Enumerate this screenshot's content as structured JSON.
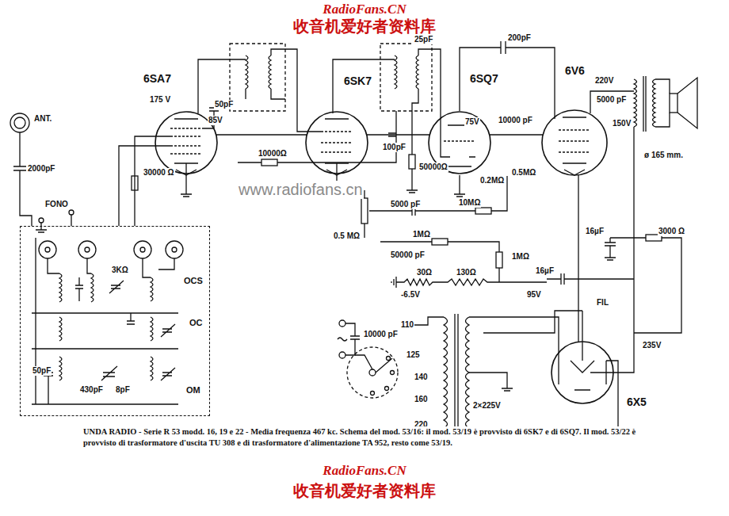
{
  "diagram": {
    "caption": "UNDA RADIO - Serie R 53 modd. 16, 19 e 22 - Media frequenza 467 kc. Schema del mod. 53/16: il mod. 53/19 è provvisto di 6SK7 e di 6SQ7. Il mod. 53/22 è provvisto di trasformatore d'uscita TU 308 e di trasformatore d'alimentazione TA 952, resto come 53/19.",
    "nodes": [
      {
        "text": [
          "6SA7"
        ]
      },
      {
        "text": [
          "6SK7"
        ]
      },
      {
        "text": [
          "6SQ7"
        ]
      },
      {
        "text": [
          "6V6"
        ]
      },
      {
        "text": [
          "OCS",
          "OC",
          "OM"
        ]
      },
      {
        "text": [
          "6X5"
        ]
      }
    ],
    "edges": [
      {
        "from": 0,
        "to": 1,
        "arrow": "none"
      },
      {
        "from": 1,
        "to": 2,
        "arrow": "none"
      },
      {
        "from": 2,
        "to": 3,
        "arrow": "none"
      },
      {
        "from": 5,
        "to": 3,
        "arrow": "none"
      }
    ],
    "labels": [
      "RadioFans.CN",
      "收音机爱好者资料库",
      "www.radiofans.cn",
      "ANT.",
      "2000pF",
      "FONO",
      "175 V",
      "85V",
      "50pF",
      "30000 Ω",
      "10000Ω",
      "25pF",
      "75V",
      "100pF",
      "50000Ω",
      "0.2MΩ",
      "200pF",
      "220V",
      "5000 pF",
      "10000 pF",
      "150V",
      "ø 165 mm.",
      "0.5MΩ",
      "5000 pF",
      "0.5 MΩ",
      "10MΩ",
      "16µF",
      "3000 Ω",
      "1MΩ",
      "50000 pF",
      "1MΩ",
      "30Ω",
      "130Ω",
      "-6.5V",
      "16µF",
      "95V",
      "FIL",
      "235V",
      "10000 pF",
      "110",
      "125",
      "140",
      "160",
      "220",
      "2×225V",
      "3KΩ",
      "50pF",
      "430pF",
      "8pF",
      "RadioFans.CN",
      "收音机爱好者资料库"
    ]
  }
}
